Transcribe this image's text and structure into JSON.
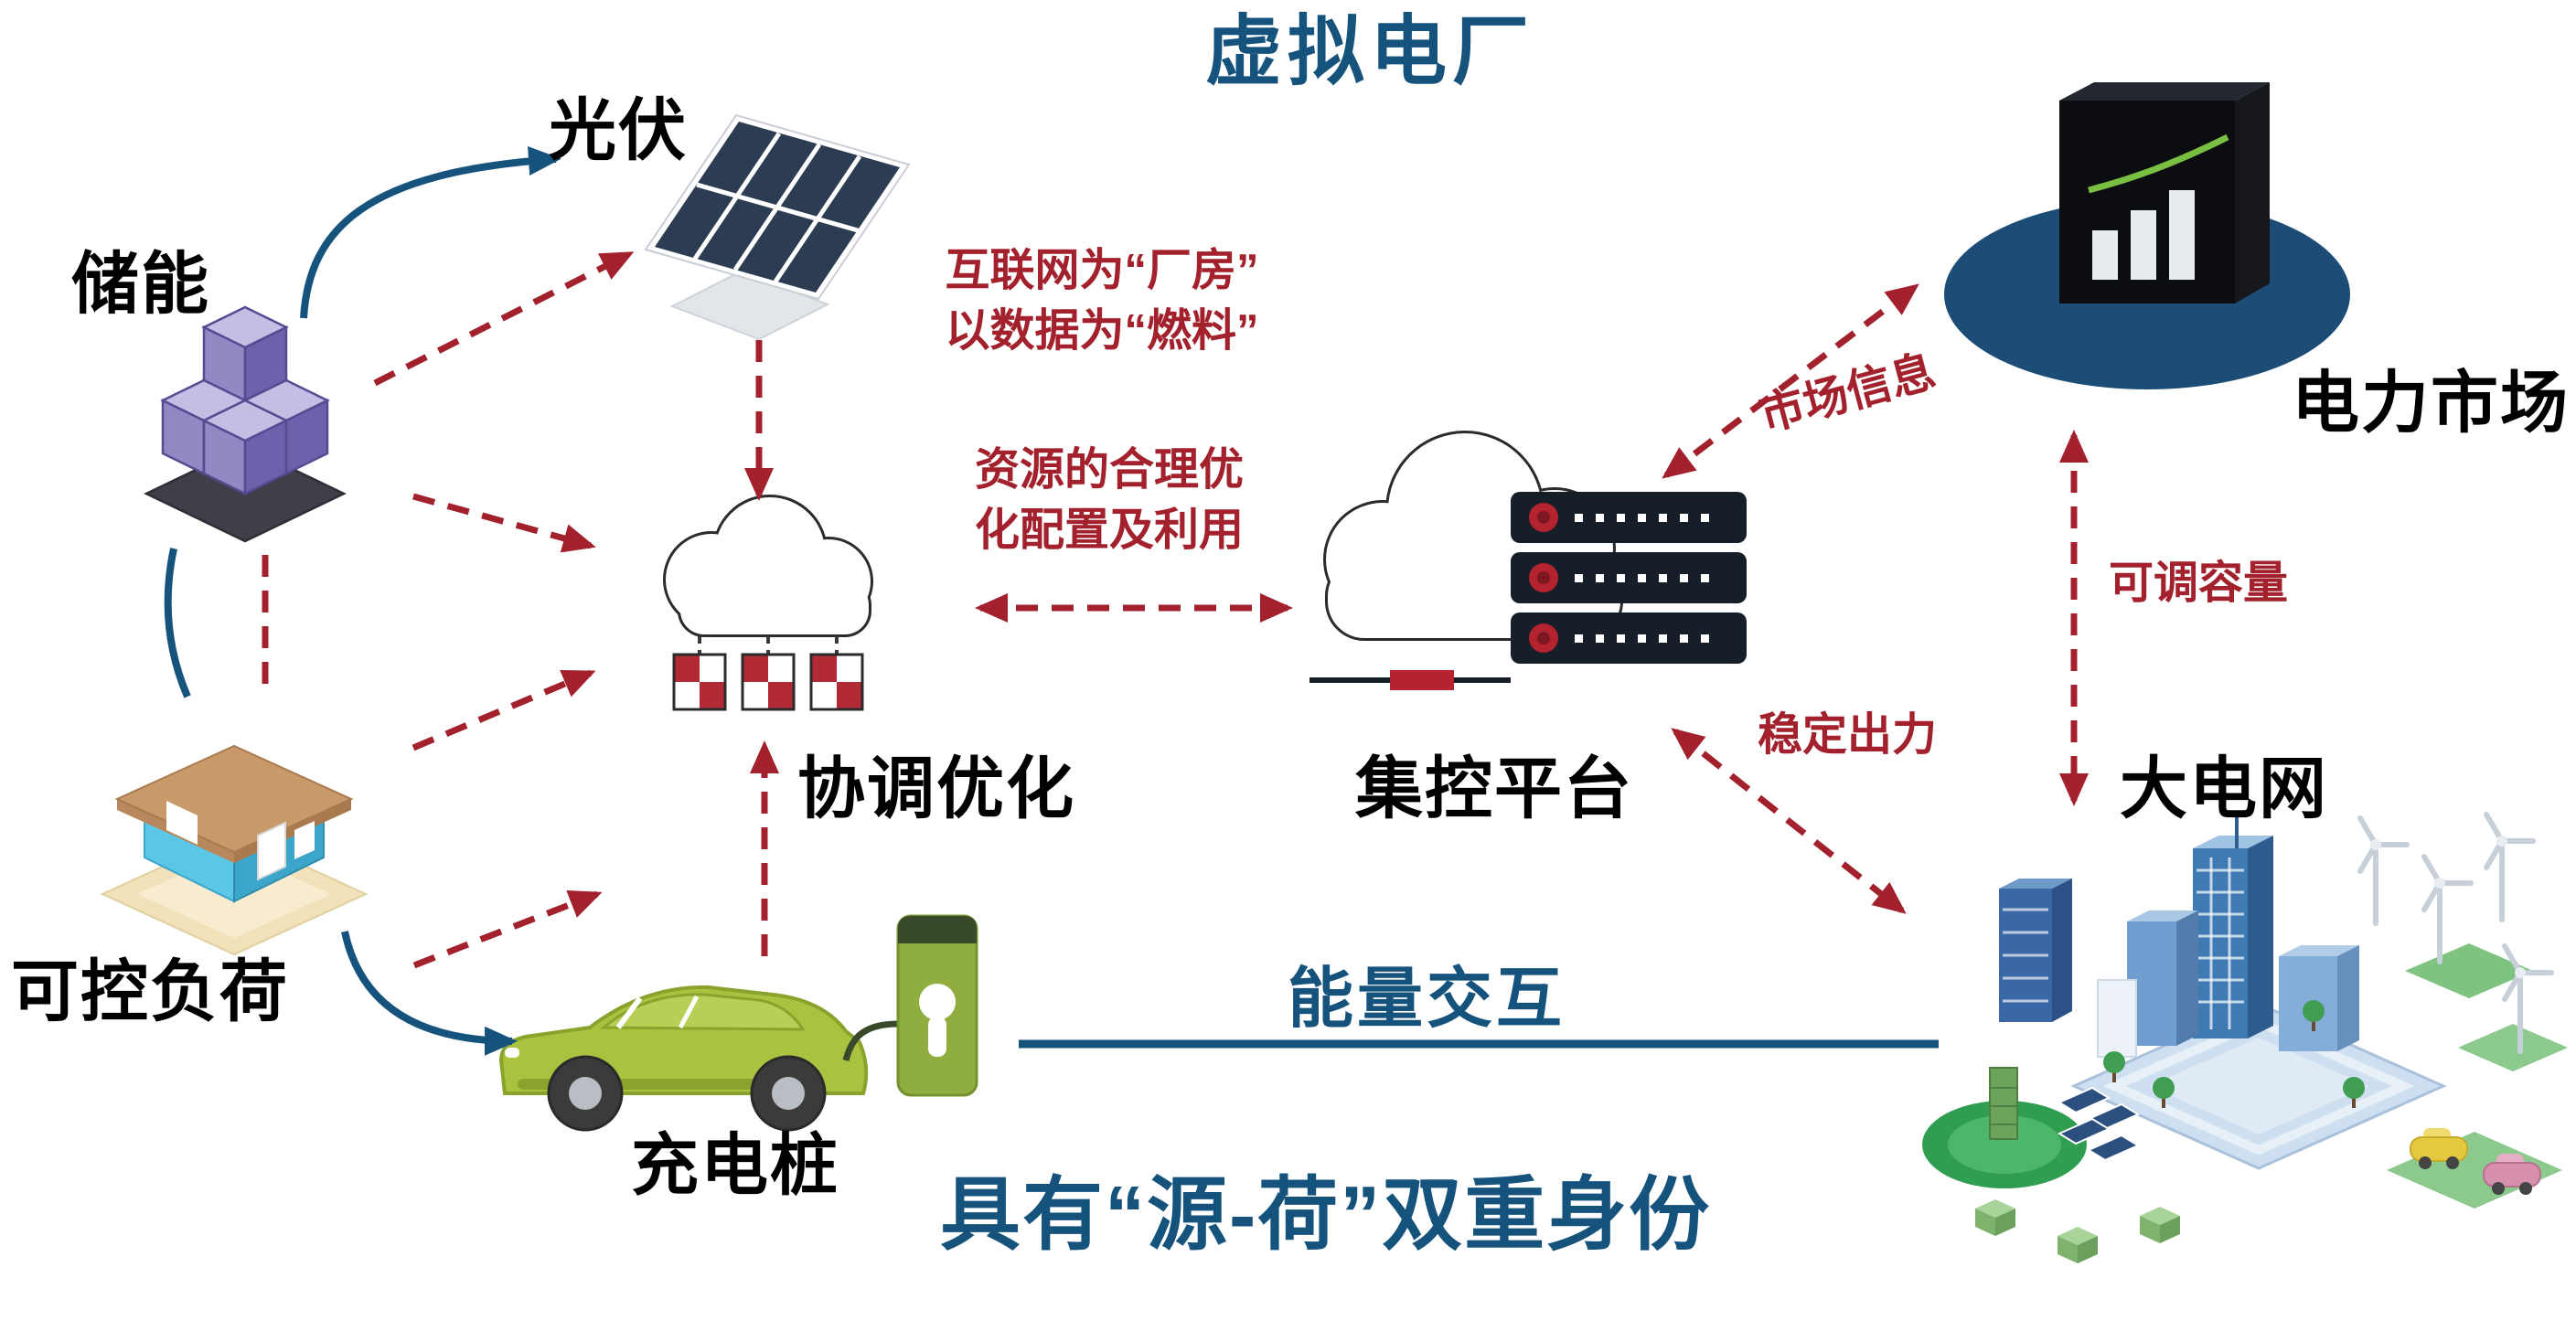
{
  "title": "虚拟电厂",
  "nodes": {
    "pv": "光伏",
    "storage": "储能",
    "load": "可控负荷",
    "charger": "充电桩",
    "coordination": "协调优化",
    "platform": "集控平台",
    "market": "电力市场",
    "grid": "大电网"
  },
  "ann": {
    "internet1": "互联网为“厂房”",
    "internet2": "以数据为“燃料”",
    "resource1": "资源的合理优",
    "resource2": "化配置及利用",
    "market_info": "市场信息",
    "capacity": "可调容量",
    "stable": "稳定出力",
    "energy": "能量交互",
    "slogan": "具有“源-荷”双重身份"
  },
  "colors": {
    "accent_blue": "#15537d",
    "accent_red": "#a2212d"
  }
}
